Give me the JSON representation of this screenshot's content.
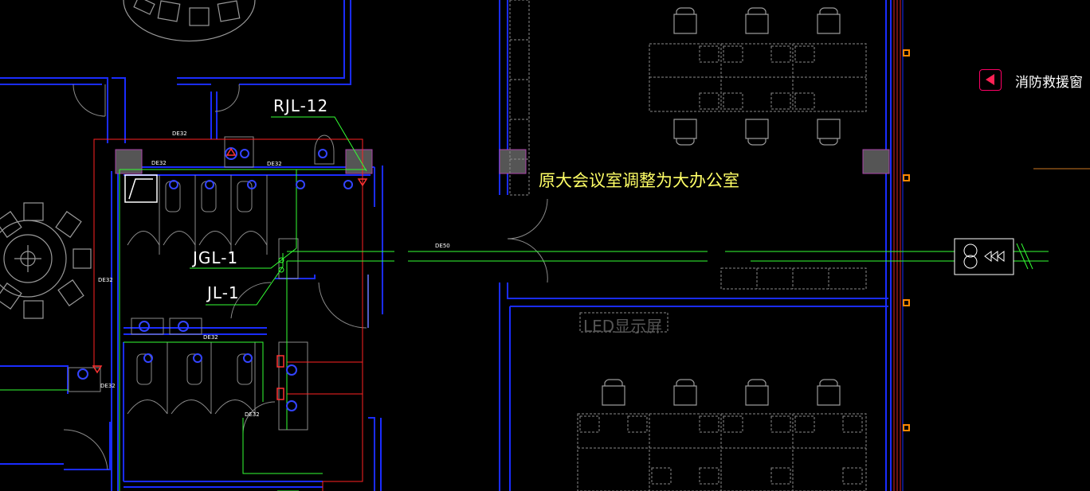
{
  "labels": {
    "rjl": "RJL-12",
    "jgl": "JGL-1",
    "jl": "JL-1",
    "room_note": "原大会议室调整为大办公室",
    "led": "LED显示屏",
    "fire_window": "消防救援窗",
    "de32": "DE32",
    "de50": "DE50"
  },
  "colors": {
    "wall": "#1a2cff",
    "cold_pipe": "#33ff33",
    "hot_pipe": "#ff2222",
    "furniture": "#8a8a8a",
    "text_yellow": "#ffff66",
    "column_fill": "#555555",
    "marker_orange": "#ff8800"
  }
}
